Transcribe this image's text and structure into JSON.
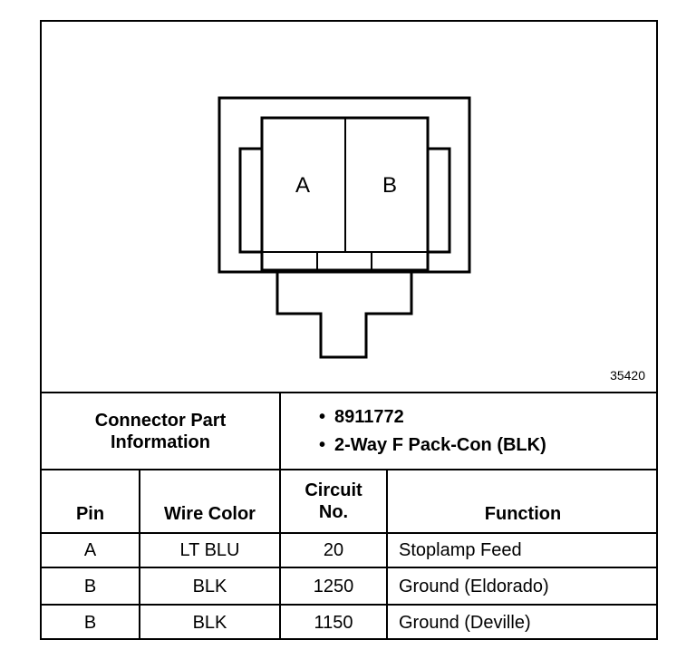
{
  "connector": {
    "pin_labels": [
      "A",
      "B"
    ],
    "figure_number": "35420"
  },
  "part_info": {
    "heading": "Connector Part Information",
    "bullet": "•",
    "lines": [
      "8911772",
      "2-Way F Pack-Con (BLK)"
    ]
  },
  "table": {
    "headers": {
      "pin": "Pin",
      "wire_color": "Wire Color",
      "circuit_no": "Circuit No.",
      "function": "Function"
    },
    "rows": [
      {
        "pin": "A",
        "wire_color": "LT BLU",
        "circuit": "20",
        "function": "Stoplamp Feed"
      },
      {
        "pin": "B",
        "wire_color": "BLK",
        "circuit": "1250",
        "function": "Ground (Eldorado)"
      },
      {
        "pin": "B",
        "wire_color": "BLK",
        "circuit": "1150",
        "function": "Ground (Deville)"
      }
    ]
  }
}
